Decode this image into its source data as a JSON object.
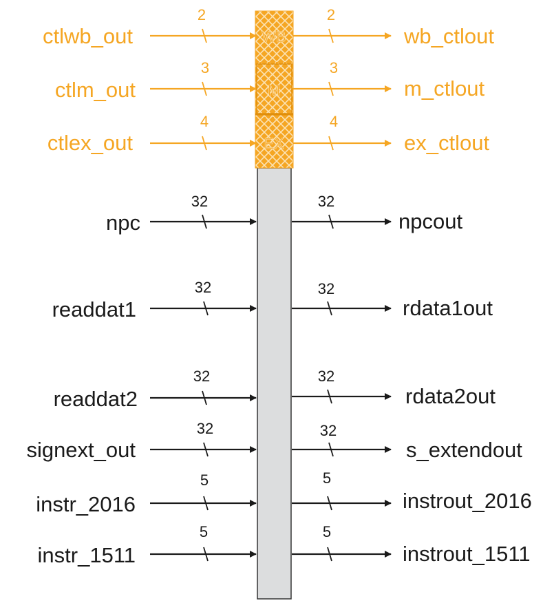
{
  "colors": {
    "control": "#F5A623",
    "data": "#1a1a1a",
    "register_fill": "#DCDDDE",
    "register_stroke": "#333333"
  },
  "control_blocks": [
    "WB",
    "M",
    "EX"
  ],
  "control_signals": [
    {
      "in": "ctlwb_out",
      "in_width": "2",
      "out": "wb_ctlout",
      "out_width": "2",
      "block": "WB"
    },
    {
      "in": "ctlm_out",
      "in_width": "3",
      "out": "m_ctlout",
      "out_width": "3",
      "block": "M"
    },
    {
      "in": "ctlex_out",
      "in_width": "4",
      "out": "ex_ctlout",
      "out_width": "4",
      "block": "EX"
    }
  ],
  "data_signals": [
    {
      "in": "npc",
      "in_width": "32",
      "out": "npcout",
      "out_width": "32"
    },
    {
      "in": "readdat1",
      "in_width": "32",
      "out": "rdata1out",
      "out_width": "32"
    },
    {
      "in": "readdat2",
      "in_width": "32",
      "out": "rdata2out",
      "out_width": "32"
    },
    {
      "in": "signext_out",
      "in_width": "32",
      "out": "s_extendout",
      "out_width": "32"
    },
    {
      "in": "instr_2016",
      "in_width": "5",
      "out": "instrout_2016",
      "out_width": "5"
    },
    {
      "in": "instr_1511",
      "in_width": "5",
      "out": "instrout_1511",
      "out_width": "5"
    }
  ]
}
